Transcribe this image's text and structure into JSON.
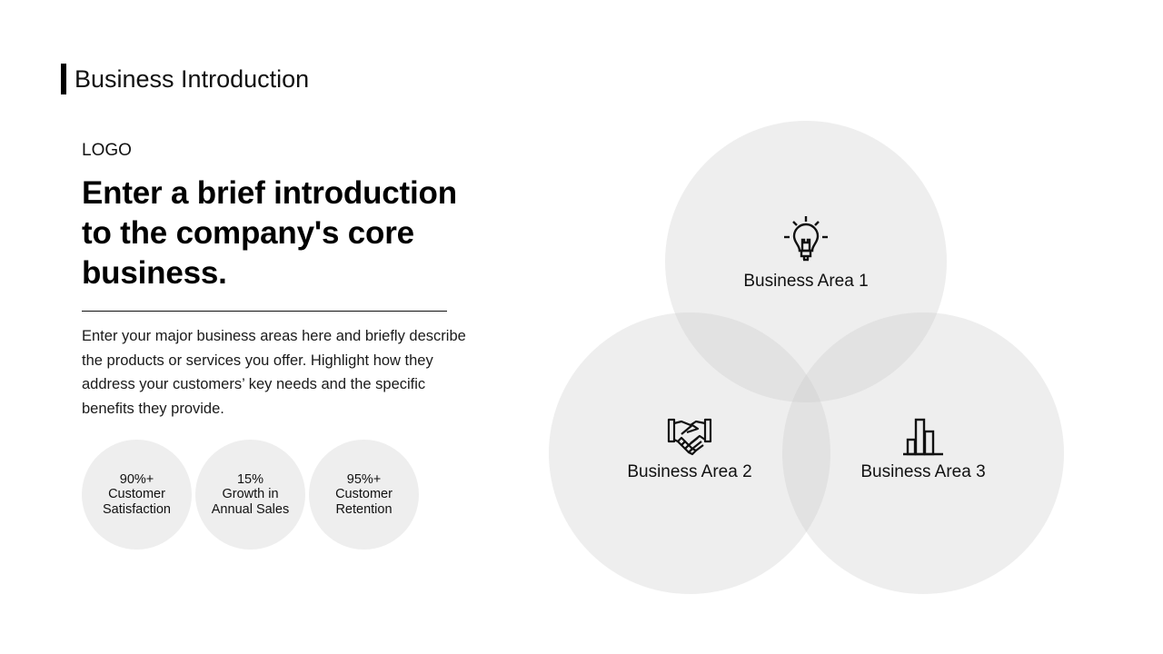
{
  "header": {
    "title": "Business Introduction"
  },
  "intro": {
    "logo": "LOGO",
    "headline": "Enter a brief introduction to the company's core business.",
    "description": "Enter your major business areas here and briefly describe the products or services you offer. Highlight how they address your customers’ key needs and the specific benefits they provide."
  },
  "stats": [
    {
      "value": "90%+",
      "line1": "Customer",
      "line2": "Satisfaction"
    },
    {
      "value": "15%",
      "line1": "Growth in",
      "line2": "Annual Sales"
    },
    {
      "value": "95%+",
      "line1": "Customer",
      "line2": "Retention"
    }
  ],
  "venn": {
    "circle_color": "#eeeeee",
    "areas": [
      {
        "label": "Business Area 1",
        "icon": "lightbulb-icon"
      },
      {
        "label": "Business Area 2",
        "icon": "handshake-icon"
      },
      {
        "label": "Business Area 3",
        "icon": "bar-chart-icon"
      }
    ]
  }
}
